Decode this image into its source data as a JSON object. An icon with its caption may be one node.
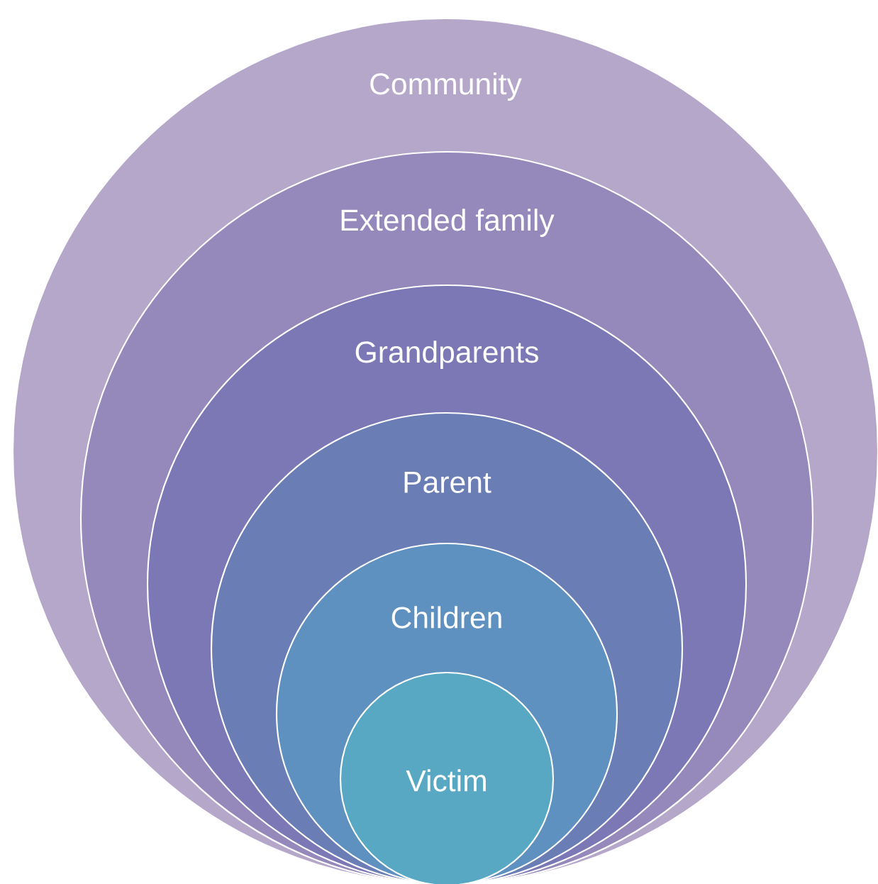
{
  "diagram": {
    "nodes": [
      {
        "text": [
          "Community"
        ]
      },
      {
        "text": [
          "Extended family"
        ],
        "in": 0
      },
      {
        "text": [
          "Grandparents"
        ],
        "in": 1
      },
      {
        "text": [
          "Parent"
        ],
        "in": 2
      },
      {
        "text": [
          "Children"
        ],
        "in": 3
      },
      {
        "text": [
          "Victim"
        ],
        "in": 4
      }
    ]
  }
}
